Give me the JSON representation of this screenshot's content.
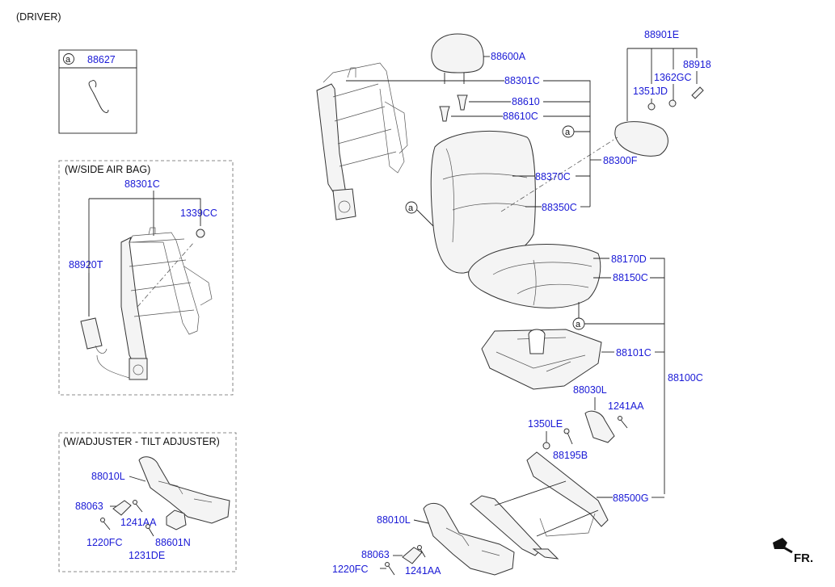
{
  "header": {
    "variant": "(DRIVER)"
  },
  "legend_box": {
    "ref": "a",
    "part": "88627"
  },
  "side_airbag_box": {
    "title": "(W/SIDE AIR BAG)",
    "labels": {
      "frame": "88301C",
      "nut": "1339CC",
      "airbag": "88920T"
    }
  },
  "adjuster_box": {
    "title": "(W/ADJUSTER - TILT ADJUSTER)",
    "labels": {
      "cover": "88010L",
      "knob": "88063",
      "screw": "1241AA",
      "screw2": "1220FC",
      "lever": "88601N",
      "bolt": "1231DE"
    }
  },
  "main_labels": {
    "headrest": "88600A",
    "back_frame": "88301C",
    "guide": "88610",
    "guide_c": "88610C",
    "back_assy": "88300F",
    "back_cover": "88370C",
    "back_pad": "88350C",
    "cushion_cover": "88170D",
    "cushion_pad": "88150C",
    "cushion_pan": "88101C",
    "seat_assy": "88100C",
    "shield": "88030L",
    "shield_screw": "1241AA",
    "washer": "1350LE",
    "shield_bolt": "88195B",
    "track": "88500G",
    "side_cover": "88010L",
    "knob": "88063",
    "screw_fc": "1220FC",
    "screw_aa": "1241AA",
    "armrest": "88901E",
    "arm_bolt": "88918",
    "arm_nut": "1362GC",
    "arm_washer": "1351JD",
    "ref_a": "a",
    "front": "FR."
  }
}
